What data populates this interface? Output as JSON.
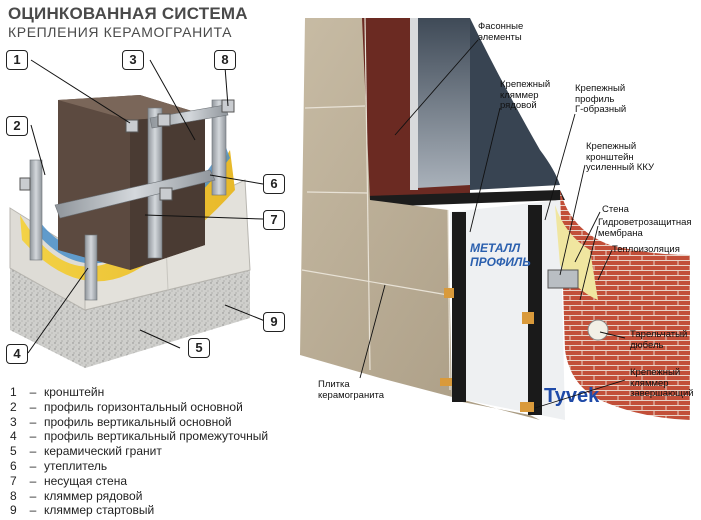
{
  "title": {
    "line1": "ОЦИНКОВАННАЯ СИСТЕМА",
    "line2": "КРЕПЛЕНИЯ КЕРАМОГРАНИТА"
  },
  "callouts": [
    "1",
    "2",
    "3",
    "4",
    "5",
    "6",
    "7",
    "8",
    "9"
  ],
  "legend": [
    {
      "num": "1",
      "text": "кронштейн"
    },
    {
      "num": "2",
      "text": "профиль горизонтальный основной"
    },
    {
      "num": "3",
      "text": "профиль вертикальный основной"
    },
    {
      "num": "4",
      "text": "профиль вертикальный промежуточный"
    },
    {
      "num": "5",
      "text": "керамический гранит"
    },
    {
      "num": "6",
      "text": "утеплитель"
    },
    {
      "num": "7",
      "text": "несущая стена"
    },
    {
      "num": "8",
      "text": "кляммер рядовой"
    },
    {
      "num": "9",
      "text": "кляммер стартовый"
    }
  ],
  "dash": "–",
  "right_labels": {
    "fasonnye": "Фасонные\nэлементы",
    "klyammer_ryadovoy": "Крепежный\nкляммер\nрядовой",
    "profil_g": "Крепежный\nпрофиль\nГ-образный",
    "kronshtein_kku": "Крепежный\nкронштейн\nусиленный ККУ",
    "stena": "Стена",
    "membrana": "Гидроветрозащитная\nмембрана",
    "teploizolyaciya": "Теплоизоляция",
    "dyubel": "Тарельчатый\nдюбель",
    "klyammer_zavershayushchiy": "Крепежный\nкляммер\nзавершающий",
    "plitka": "Плитка\nкерамогранита"
  },
  "brand_marks": {
    "metall_profil_1": "МЕТАЛЛ",
    "metall_profil_2": "ПРОФИЛЬ",
    "tyvek": "Tyvek"
  },
  "colors": {
    "title": "#4a4a4a",
    "insulation": "#f0c93c",
    "wall": "#5c4a40",
    "tile": "#b9ab93",
    "brick": "#c0503a",
    "metal": "#a8aeb4"
  }
}
